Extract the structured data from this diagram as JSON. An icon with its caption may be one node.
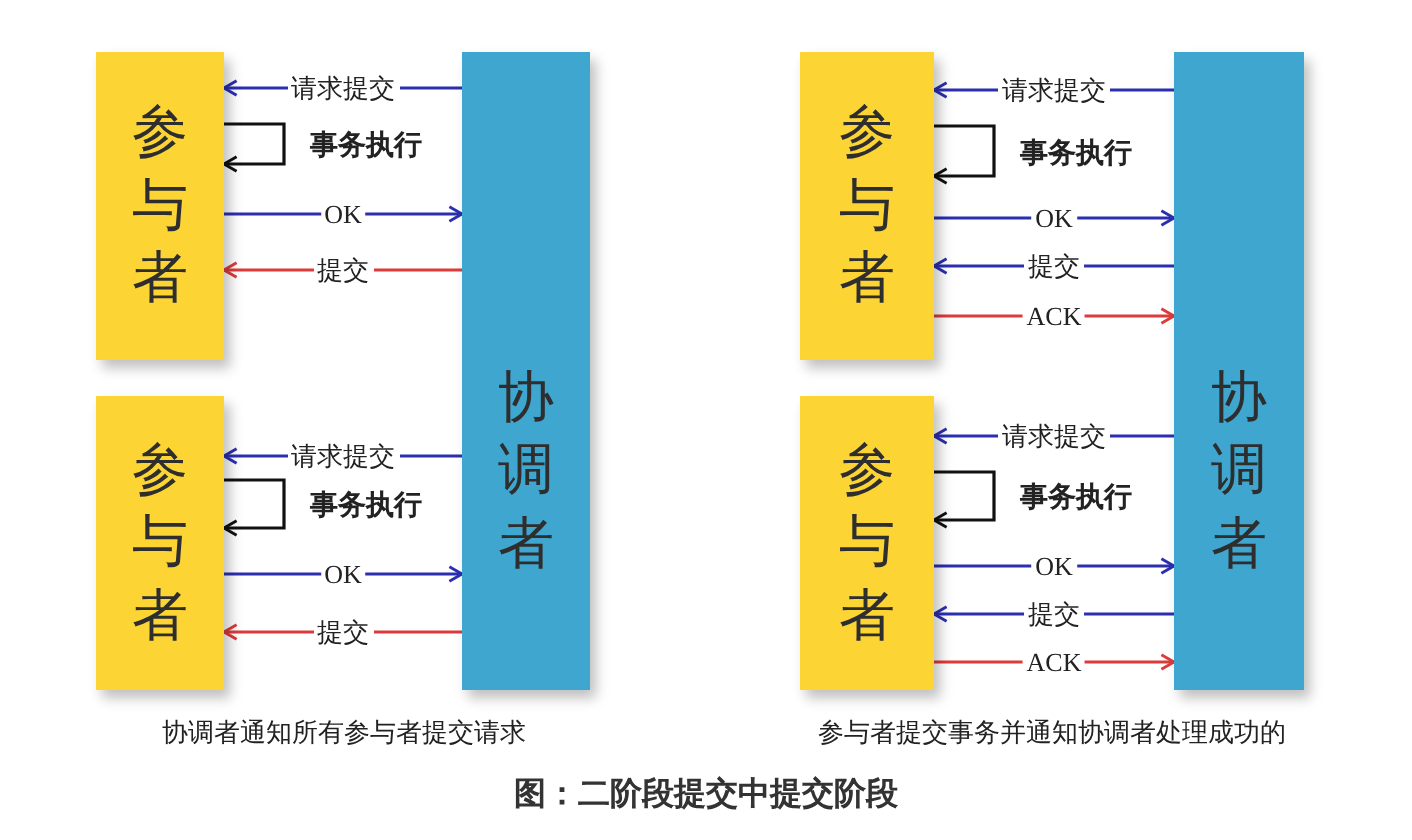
{
  "diagram": {
    "caption": "图：二阶段提交中提交阶段",
    "nodes": [
      {
        "text": [
          "参与者"
        ]
      },
      {
        "text": [
          "参与者"
        ]
      },
      {
        "text": [
          "协调者"
        ]
      },
      {
        "text": [
          "参与者"
        ]
      },
      {
        "text": [
          "参与者"
        ]
      },
      {
        "text": [
          "协调者"
        ]
      }
    ],
    "edges": [
      {
        "from": 2,
        "to": 0,
        "arrow": "to",
        "label": "请求提交"
      },
      {
        "from": 0,
        "to": 0,
        "arrow": "to",
        "label": "事务执行",
        "color": "#111111"
      },
      {
        "from": 0,
        "to": 2,
        "arrow": "to",
        "label": "OK"
      },
      {
        "from": 2,
        "to": 0,
        "arrow": "to",
        "label": "提交",
        "color": "#dd3b3b"
      },
      {
        "from": 2,
        "to": 1,
        "arrow": "to",
        "label": "请求提交"
      },
      {
        "from": 1,
        "to": 1,
        "arrow": "to",
        "label": "事务执行",
        "color": "#111111"
      },
      {
        "from": 1,
        "to": 2,
        "arrow": "to",
        "label": "OK"
      },
      {
        "from": 2,
        "to": 1,
        "arrow": "to",
        "label": "提交",
        "color": "#dd3b3b"
      },
      {
        "from": 5,
        "to": 3,
        "arrow": "to",
        "label": "请求提交"
      },
      {
        "from": 3,
        "to": 3,
        "arrow": "to",
        "label": "事务执行",
        "color": "#111111"
      },
      {
        "from": 3,
        "to": 5,
        "arrow": "to",
        "label": "OK"
      },
      {
        "from": 5,
        "to": 3,
        "arrow": "to",
        "label": "提交"
      },
      {
        "from": 3,
        "to": 5,
        "arrow": "to",
        "label": "ACK",
        "color": "#dd3b3b"
      },
      {
        "from": 5,
        "to": 4,
        "arrow": "to",
        "label": "请求提交"
      },
      {
        "from": 4,
        "to": 4,
        "arrow": "to",
        "label": "事务执行",
        "color": "#111111"
      },
      {
        "from": 4,
        "to": 5,
        "arrow": "to",
        "label": "OK"
      },
      {
        "from": 5,
        "to": 4,
        "arrow": "to",
        "label": "提交"
      },
      {
        "from": 4,
        "to": 5,
        "arrow": "to",
        "label": "ACK",
        "color": "#dd3b3b"
      }
    ],
    "labels": [
      "协调者通知所有参与者提交请求",
      "参与者提交事务并通知协调者处理成功的"
    ]
  }
}
